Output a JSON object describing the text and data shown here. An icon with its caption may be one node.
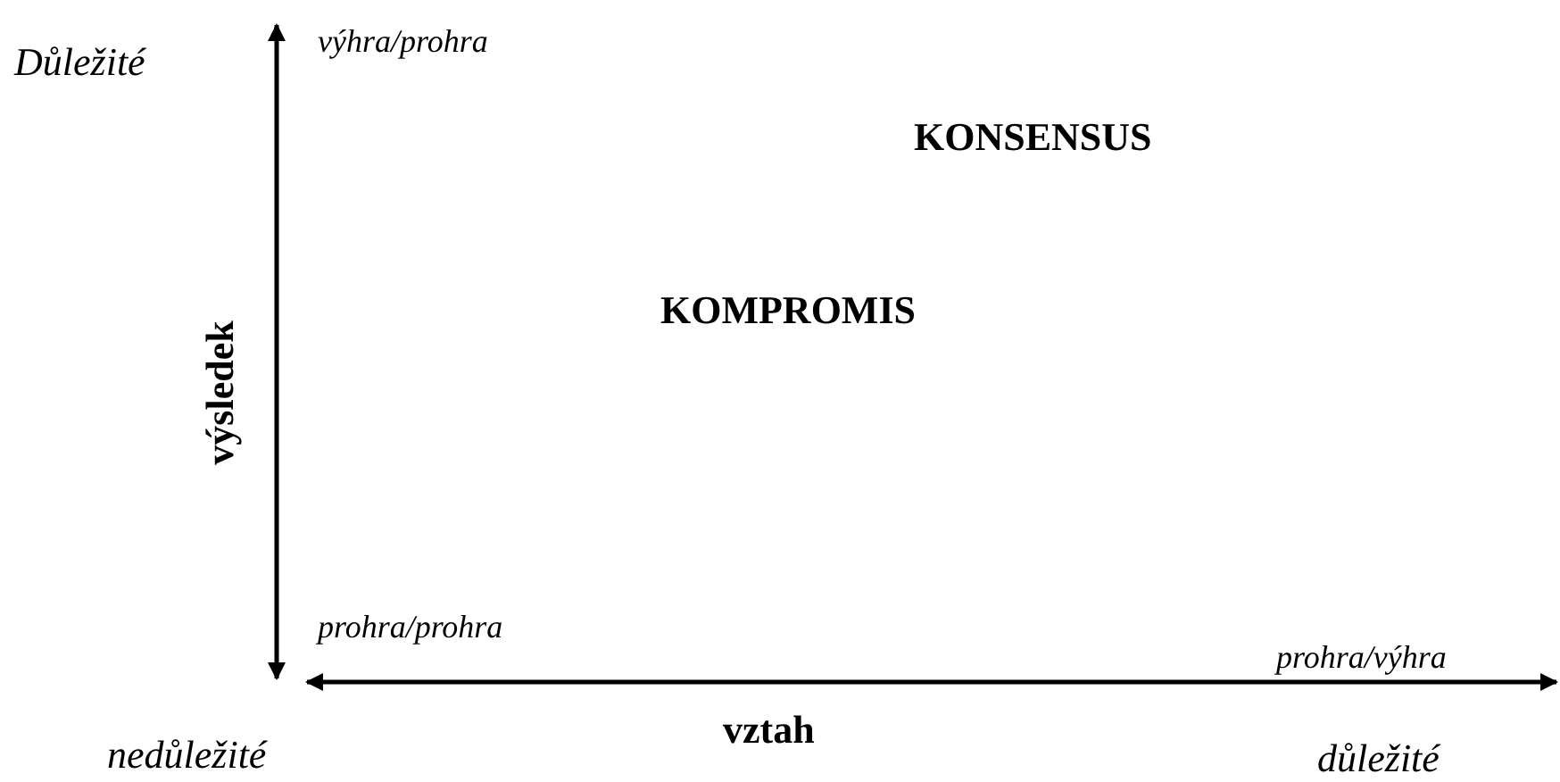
{
  "diagram": {
    "labels": [
      "Důležité",
      "výhra/prohra",
      "KONSENSUS",
      "KOMPROMIS",
      "výsledek",
      "prohra/prohra",
      "prohra/výhra",
      "nedůležité",
      "vztah",
      "důležité"
    ]
  }
}
